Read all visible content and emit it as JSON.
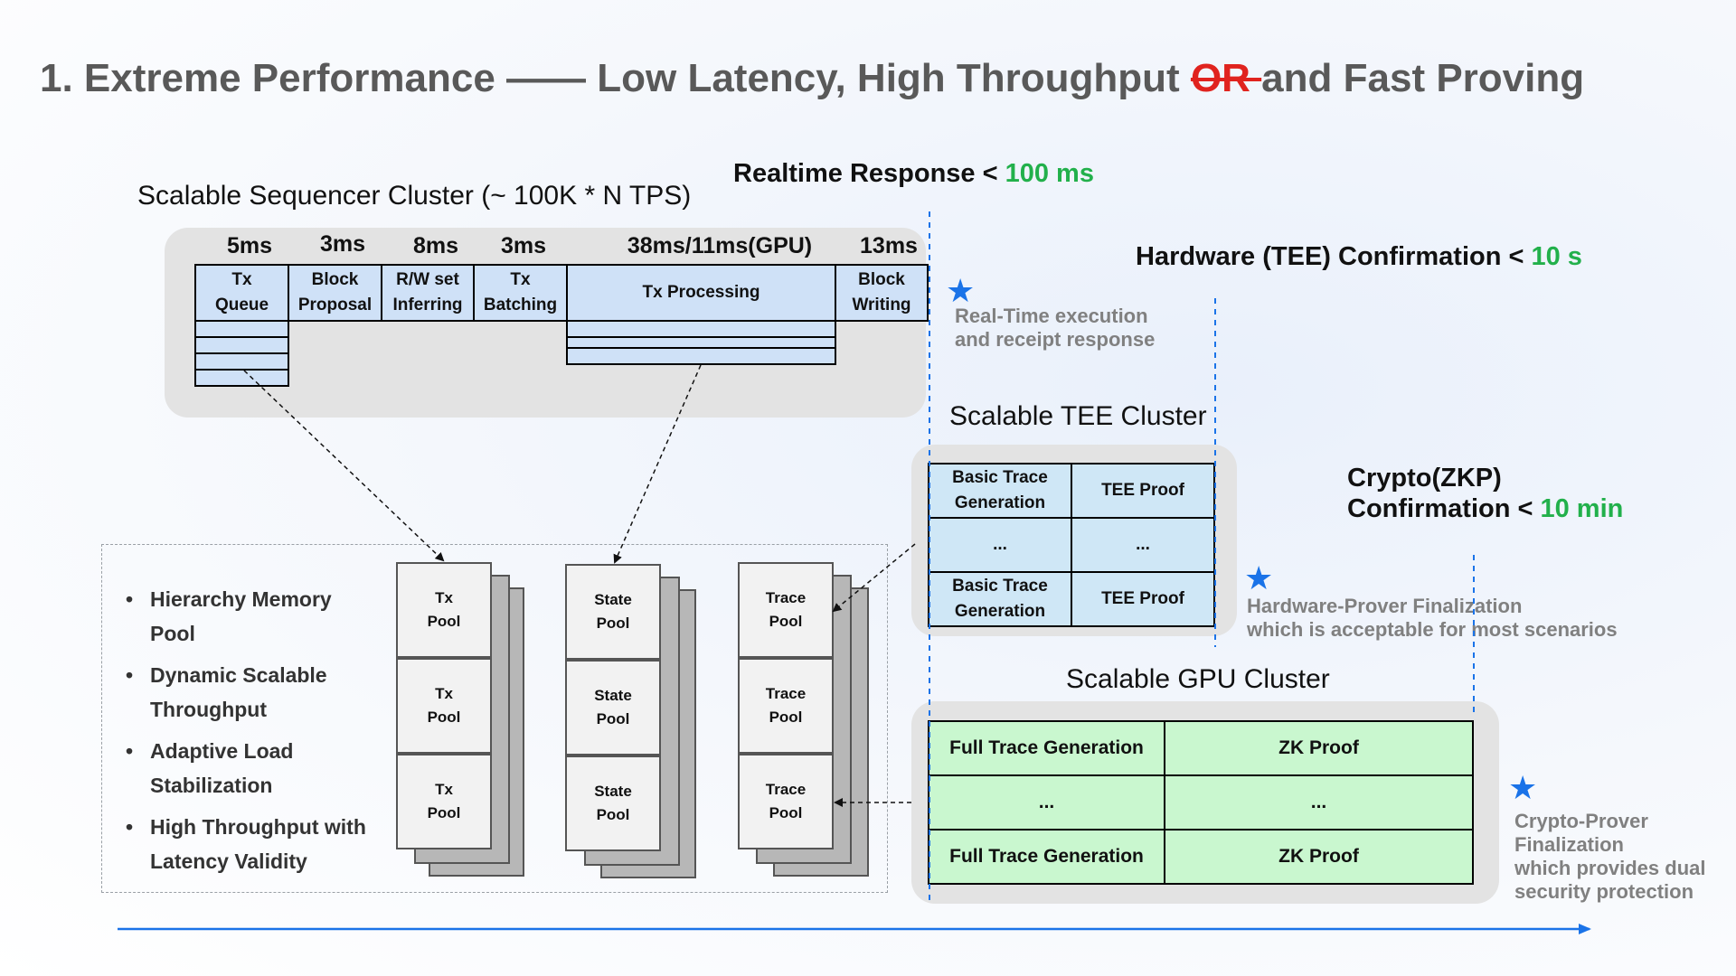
{
  "title": {
    "prefix": "1. Extreme Performance —— Low Latency,  High Throughput ",
    "struck": "OR ",
    "suffix": "and  Fast Proving"
  },
  "sequencer": {
    "label": "Scalable Sequencer Cluster (~ 100K * N  TPS)",
    "timings": [
      "5ms",
      "3ms",
      "8ms",
      "3ms",
      "38ms/11ms(GPU)",
      "13ms"
    ],
    "stages": [
      {
        "l1": "Tx",
        "l2": "Queue"
      },
      {
        "l1": "Block",
        "l2": "Proposal"
      },
      {
        "l1": "R/W set",
        "l2": "Inferring"
      },
      {
        "l1": "Tx",
        "l2": "Batching"
      },
      {
        "l1": "Tx Processing",
        "l2": ""
      },
      {
        "l1": "Block",
        "l2": "Writing"
      }
    ]
  },
  "metrics": {
    "realtime": {
      "label": "Realtime Response <",
      "value": "100 ms"
    },
    "hardware": {
      "label": "Hardware (TEE) Confirmation <",
      "value": "10 s"
    },
    "crypto": {
      "label1": "Crypto(ZKP)",
      "label2": "Confirmation <",
      "value": "10 min"
    }
  },
  "notes": {
    "realtime": [
      "Real-Time execution",
      "and receipt response"
    ],
    "hardware": [
      "Hardware-Prover Finalization",
      "which is acceptable for most scenarios"
    ],
    "crypto": [
      "Crypto-Prover",
      "Finalization",
      "which provides dual",
      "security protection"
    ]
  },
  "tee": {
    "label": "Scalable TEE Cluster",
    "rows": [
      {
        "left1": "Basic Trace",
        "left2": "Generation",
        "right": "TEE Proof"
      },
      {
        "left1": "...",
        "left2": "",
        "right": "..."
      },
      {
        "left1": "Basic Trace",
        "left2": "Generation",
        "right": "TEE Proof"
      }
    ]
  },
  "gpu": {
    "label": "Scalable GPU Cluster",
    "rows": [
      {
        "left": "Full Trace Generation",
        "right": "ZK Proof"
      },
      {
        "left": "...",
        "right": "..."
      },
      {
        "left": "Full Trace Generation",
        "right": "ZK Proof"
      }
    ]
  },
  "pools": {
    "tx": {
      "l1": "Tx",
      "l2": "Pool"
    },
    "state": {
      "l1": "State",
      "l2": "Pool"
    },
    "trace": {
      "l1": "Trace",
      "l2": "Pool"
    }
  },
  "features": [
    {
      "l1": "Hierarchy Memory",
      "l2": "Pool"
    },
    {
      "l1": "Dynamic Scalable",
      "l2": "Throughput"
    },
    {
      "l1": "Adaptive Load",
      "l2": "Stabilization"
    },
    {
      "l1": "High Throughput with",
      "l2": "Latency Validity"
    }
  ],
  "colors": {
    "accent_green": "#22b04b",
    "strike_red": "#e0231e",
    "star_blue": "#1a73e8",
    "sequencer_cell": "#cfe1f7",
    "tee_cell": "#cfe7f6",
    "gpu_cell": "#c9f7cf",
    "note_gray": "#808080"
  },
  "icons": {
    "note_marker": "star-icon"
  }
}
